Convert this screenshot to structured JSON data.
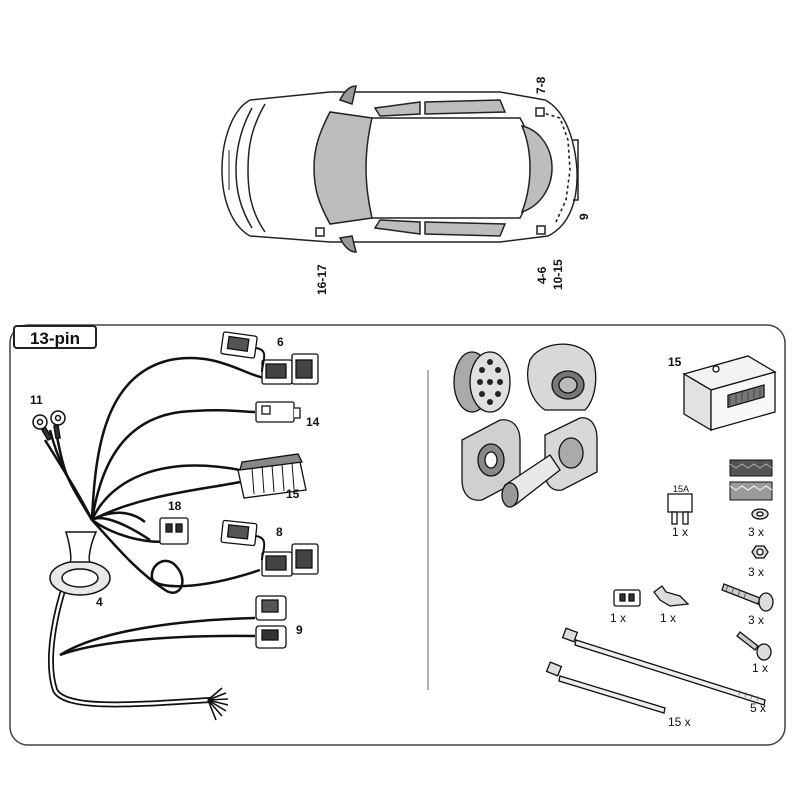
{
  "panel_title": "13-pin",
  "car_labels": {
    "rear_top": "7-8",
    "rear_side": "9",
    "front_left": "16-17",
    "rear_left_a": "4-6",
    "rear_left_b": "10-15"
  },
  "harness_labels": {
    "ring_terminals": "11",
    "grommet": "4",
    "conn_6": "6",
    "conn_14": "14",
    "conn_15": "15",
    "conn_18": "18",
    "conn_8": "8",
    "conn_9": "9"
  },
  "kit_labels": {
    "module": "15",
    "fuse_rating": "15A",
    "fuse_qty": "1 x",
    "washer_qty": "3 x",
    "nut_qty": "3 x",
    "bolt_qty": "3 x",
    "screw_qty": "1 x",
    "conn_small_qty": "1 x",
    "terminal_qty": "1 x",
    "tie_long_qty": "5 x",
    "tie_short_qty": "15 x"
  }
}
